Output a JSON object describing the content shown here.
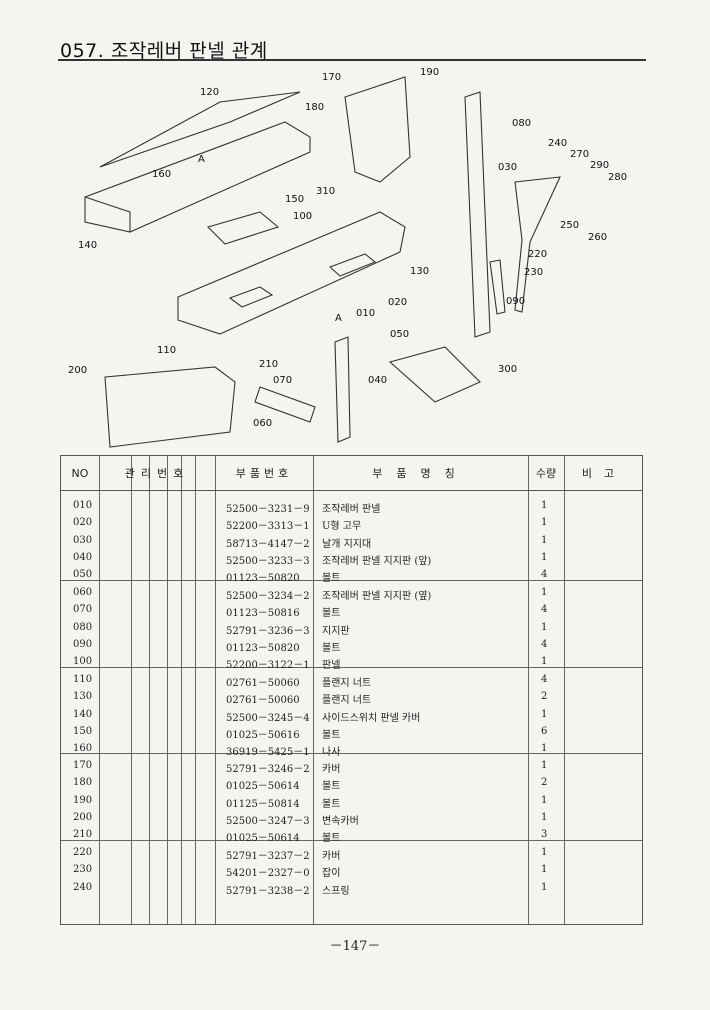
{
  "header": {
    "title": "057. 조작레버 판넬 관계"
  },
  "diagram": {
    "labels": [
      "190",
      "170",
      "120",
      "180",
      "080",
      "240",
      "270",
      "290",
      "280",
      "030",
      "160",
      "A",
      "150",
      "310",
      "100",
      "140",
      "220",
      "230",
      "130",
      "020",
      "090",
      "010",
      "A",
      "050",
      "110",
      "210",
      "300",
      "200",
      "070",
      "040",
      "060",
      "250",
      "260"
    ]
  },
  "table": {
    "headers": {
      "no": "NO",
      "mgmt": "관리번호",
      "part_no": "부품번호",
      "part_name": "부품명칭",
      "qty": "수량",
      "remarks": "비고"
    },
    "rows": [
      {
        "no": "010",
        "part_no": "52500－3231－9",
        "name": "조작레버 판넬",
        "qty": "1"
      },
      {
        "no": "020",
        "part_no": "52200－3313－1",
        "name": "U형 고무",
        "qty": "1"
      },
      {
        "no": "030",
        "part_no": "58713－4147－2",
        "name": "날개 지지대",
        "qty": "1"
      },
      {
        "no": "040",
        "part_no": "52500－3233－3",
        "name": "조작레버 판넬 지지판 (앞)",
        "qty": "1"
      },
      {
        "no": "050",
        "part_no": "01123－50820",
        "name": "볼트",
        "qty": "4"
      },
      {
        "no": "060",
        "part_no": "52500－3234－2",
        "name": "조작레버 판넬 지지판 (옆)",
        "qty": "1"
      },
      {
        "no": "070",
        "part_no": "01123－50816",
        "name": "볼트",
        "qty": "4"
      },
      {
        "no": "080",
        "part_no": "52791－3236－3",
        "name": "지지판",
        "qty": "1"
      },
      {
        "no": "090",
        "part_no": "01123－50820",
        "name": "볼트",
        "qty": "4"
      },
      {
        "no": "100",
        "part_no": "52200－3122－1",
        "name": "판넬",
        "qty": "1"
      },
      {
        "no": "110",
        "part_no": "02761－50060",
        "name": "플랜지 너트",
        "qty": "4"
      },
      {
        "no": "130",
        "part_no": "02761－50060",
        "name": "플랜지 너트",
        "qty": "2"
      },
      {
        "no": "140",
        "part_no": "52500－3245－4",
        "name": "사이드스위치 판넬 카버",
        "qty": "1"
      },
      {
        "no": "150",
        "part_no": "01025－50616",
        "name": "볼트",
        "qty": "6"
      },
      {
        "no": "160",
        "part_no": "36919－5425－1",
        "name": "나사",
        "qty": "1"
      },
      {
        "no": "170",
        "part_no": "52791－3246－2",
        "name": "카버",
        "qty": "1"
      },
      {
        "no": "180",
        "part_no": "01025－50614",
        "name": "볼트",
        "qty": "2"
      },
      {
        "no": "190",
        "part_no": "01125－50814",
        "name": "볼트",
        "qty": "1"
      },
      {
        "no": "200",
        "part_no": "52500－3247－3",
        "name": "변속카버",
        "qty": "1"
      },
      {
        "no": "210",
        "part_no": "01025－50614",
        "name": "볼트",
        "qty": "3"
      },
      {
        "no": "220",
        "part_no": "52791－3237－2",
        "name": "카버",
        "qty": "1"
      },
      {
        "no": "230",
        "part_no": "54201－2327－0",
        "name": "잡이",
        "qty": "1"
      },
      {
        "no": "240",
        "part_no": "52791－3238－2",
        "name": "스프링",
        "qty": "1"
      }
    ]
  },
  "footer": {
    "page_number": "－147－"
  }
}
